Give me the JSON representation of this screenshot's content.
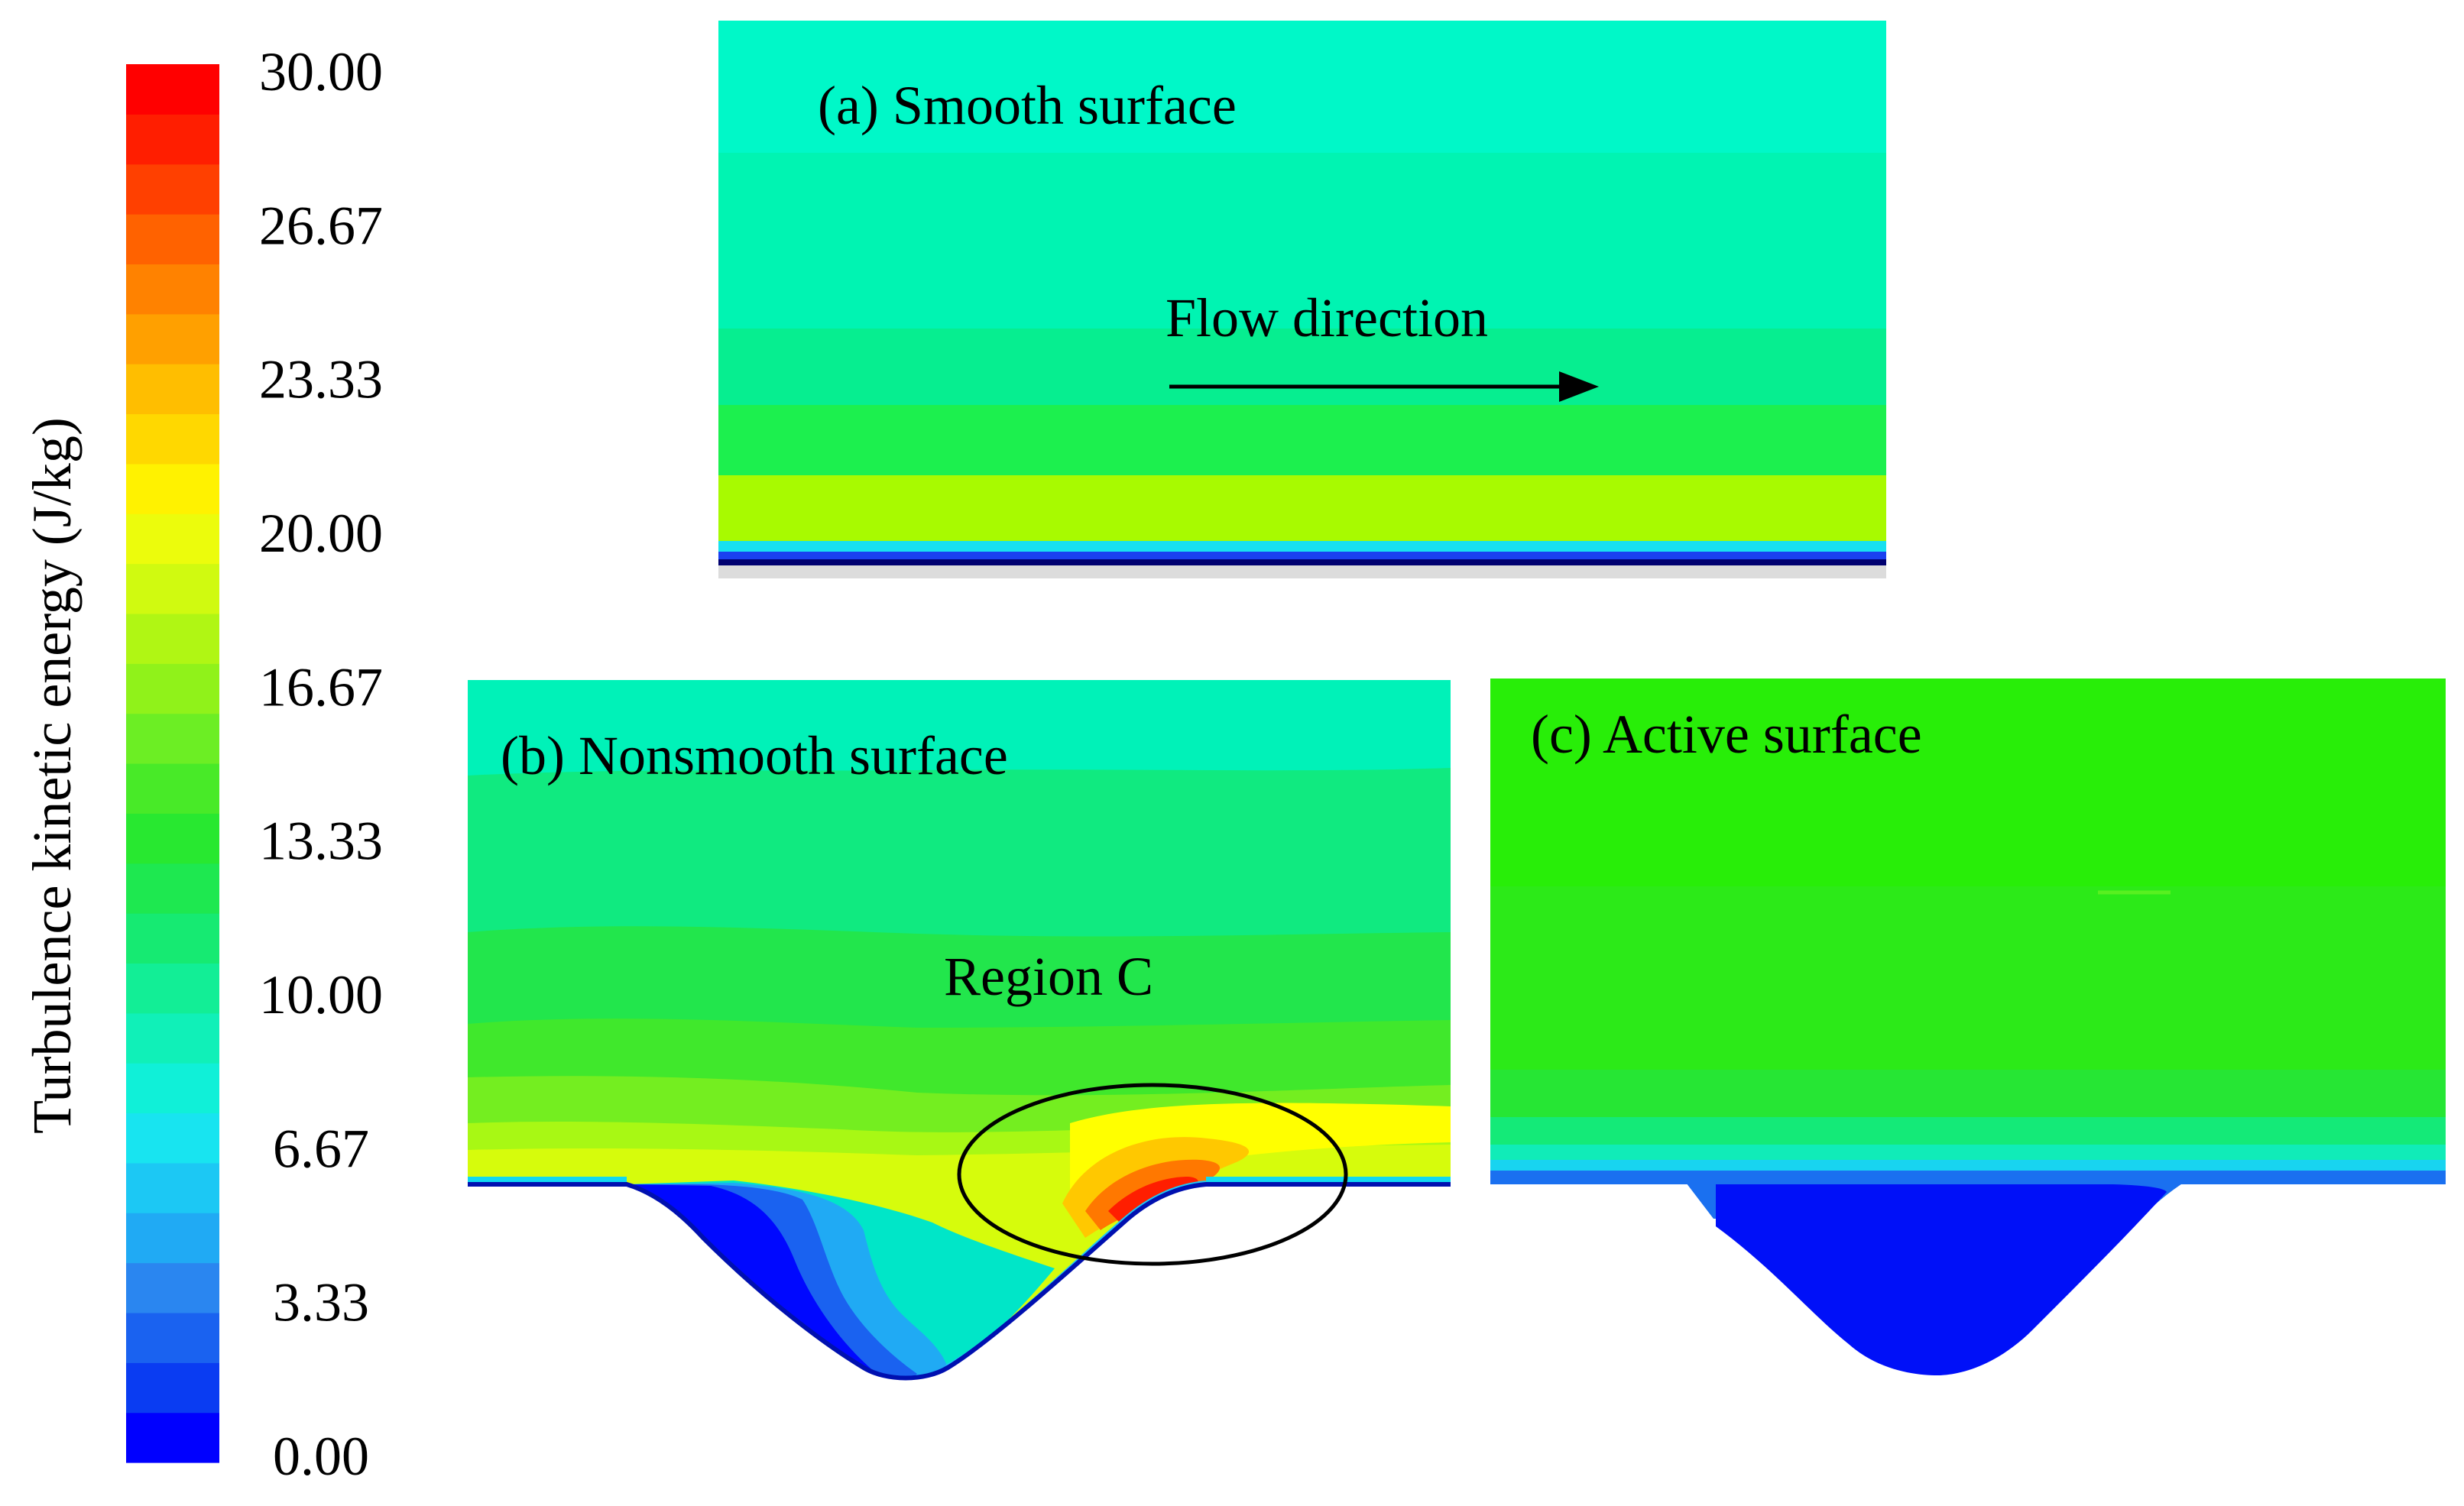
{
  "colorbar": {
    "title": "Turbulence kinetic energy (J/kg)",
    "ticks": [
      "30.00",
      "26.67",
      "23.33",
      "20.00",
      "16.67",
      "13.33",
      "10.00",
      "6.67",
      "3.33",
      "0.00"
    ],
    "min": 0,
    "max": 30,
    "colors": [
      "#0000ff",
      "#0a3cf2",
      "#1a62f0",
      "#2a86f0",
      "#20aaf4",
      "#1cc8f4",
      "#18e4f0",
      "#10f0d8",
      "#10f0b8",
      "#12ee96",
      "#16ea72",
      "#1ee850",
      "#28e830",
      "#48ea28",
      "#6cee24",
      "#90f21a",
      "#b0f614",
      "#d0fa10",
      "#ecfc0c",
      "#fff200",
      "#ffd800",
      "#ffbe00",
      "#ffa000",
      "#ff8200",
      "#ff6200",
      "#ff4000",
      "#ff1e00",
      "#ff0000"
    ]
  },
  "panel_a": {
    "label": "(a) Smooth surface",
    "arrow_label": "Flow direction"
  },
  "panel_b": {
    "label": "(b) Nonsmooth surface",
    "annotation": "Region C"
  },
  "panel_c": {
    "label": "(c) Active surface"
  }
}
